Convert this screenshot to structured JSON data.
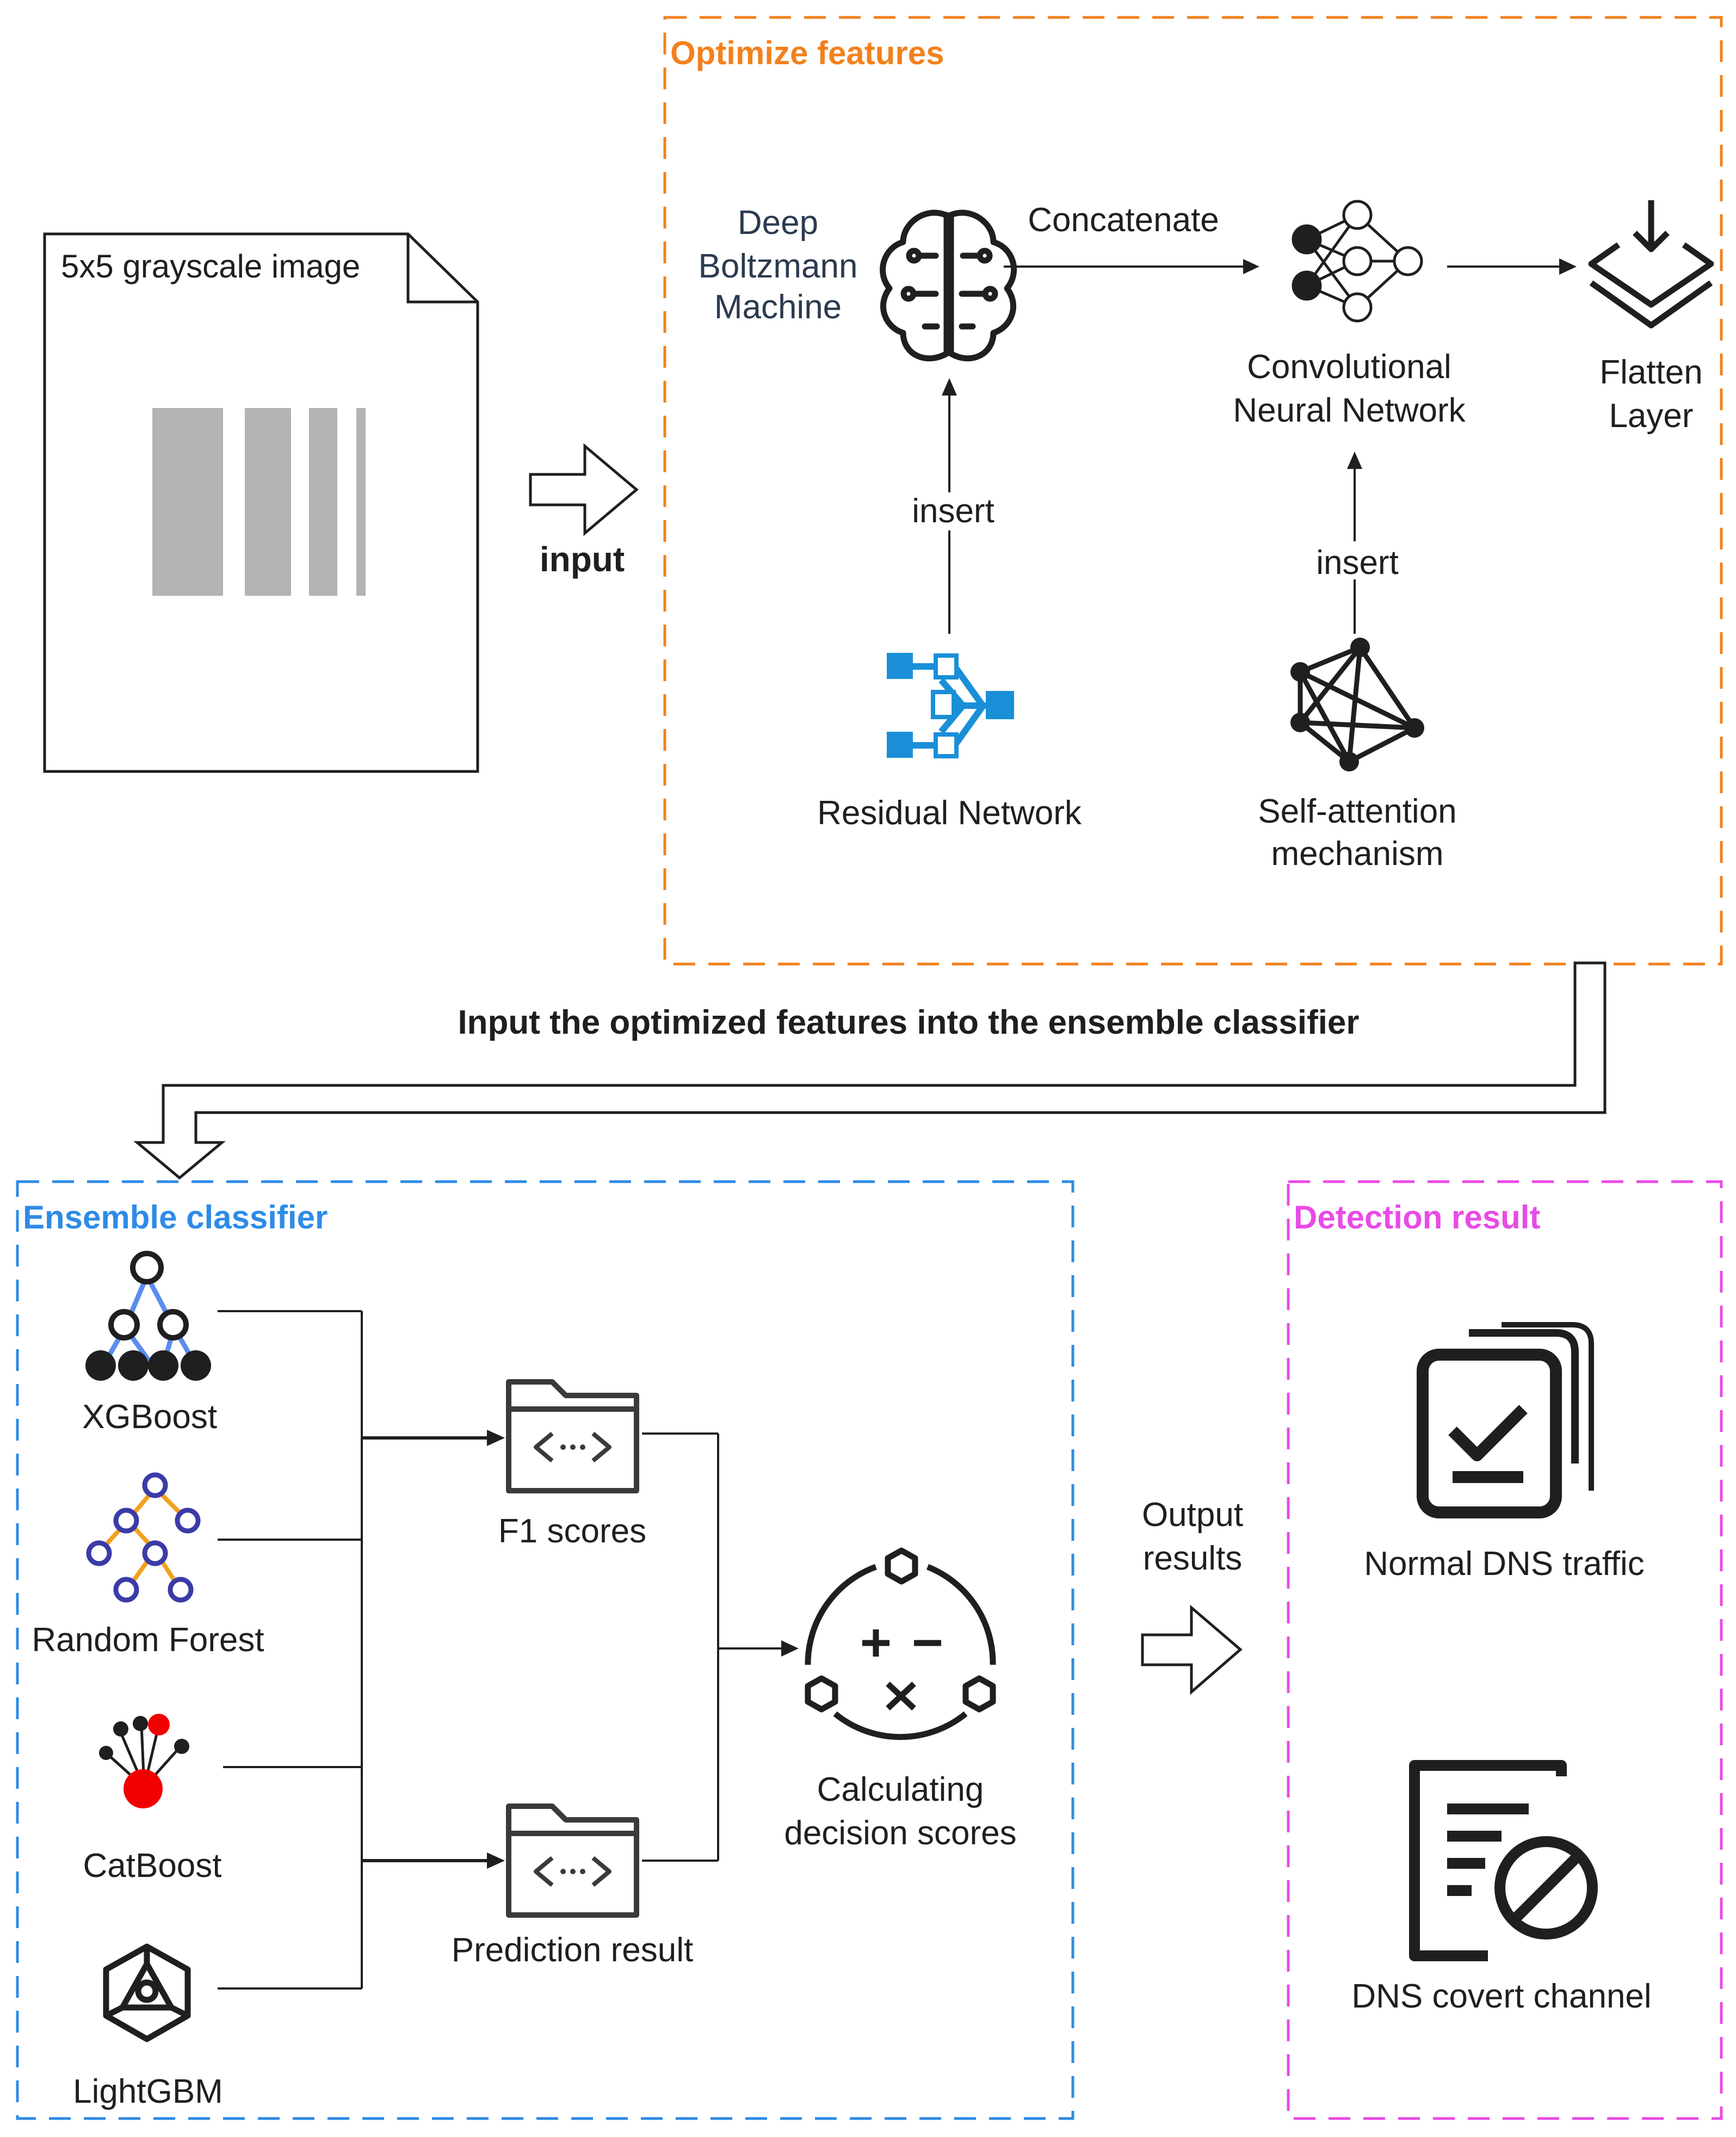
{
  "colors": {
    "optimize": "#F2811D",
    "ensemble": "#2E8BE6",
    "detection": "#E84BE6",
    "residual": "#1A8FD8",
    "catboost_red": "#F20000",
    "gbm_line": "#5B8DEF",
    "rf_node": "#3B3BA8",
    "rf_line": "#F2A11D",
    "gray_bar": "#B3B3B3",
    "dark": "#1F1F1F"
  },
  "input_doc": {
    "title": "5x5 grayscale image"
  },
  "input_arrow": {
    "label": "input"
  },
  "optimize": {
    "title": "Optimize features",
    "dbm_line1": "Deep",
    "dbm_line2": "Boltzmann",
    "dbm_line3": "Machine",
    "concat_label": "Concatenate",
    "cnn_line1": "Convolutional",
    "cnn_line2": "Neural Network",
    "flatten_line1": "Flatten",
    "flatten_line2": "Layer",
    "insert_left": "insert",
    "insert_right": "insert",
    "residual": "Residual Network",
    "self_attn_line1": "Self-attention",
    "self_attn_line2": "mechanism",
    "icons": [
      "brain-icon",
      "neural-network-icon",
      "flatten-icon",
      "residual-network-icon",
      "self-attention-icon"
    ]
  },
  "transfer": {
    "label": "Input the optimized features into the ensemble classifier"
  },
  "ensemble": {
    "title": "Ensemble classifier",
    "models": [
      "XGBoost",
      "Random Forest",
      "CatBoost",
      "LightGBM"
    ],
    "f1_label": "F1 scores",
    "pred_label": "Prediction result",
    "calc_line1": "Calculating",
    "calc_line2": "decision scores"
  },
  "output": {
    "line1": "Output",
    "line2": "results"
  },
  "detection": {
    "title": "Detection result",
    "normal": "Normal DNS traffic",
    "covert": "DNS covert channel"
  }
}
